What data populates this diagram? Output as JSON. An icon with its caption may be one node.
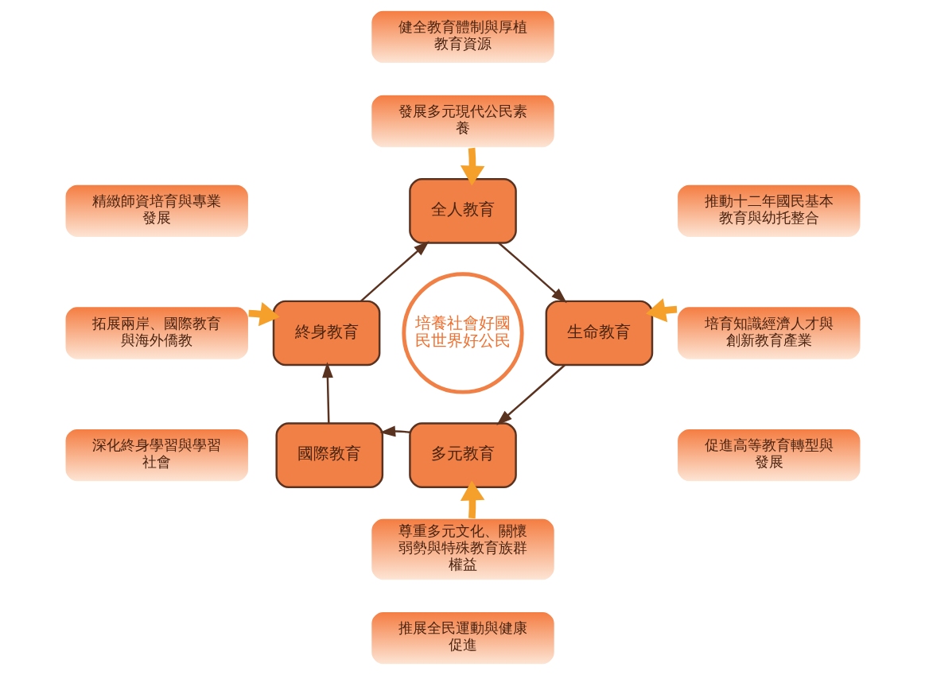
{
  "diagram": {
    "nodes": [
      {
        "text": [
          "健全教育體制與厚植教育資源"
        ]
      },
      {
        "text": [
          "發展多元現代公民素養"
        ]
      },
      {
        "text": [
          "全人教育"
        ]
      },
      {
        "text": [
          "終身教育"
        ]
      },
      {
        "text": [
          "培養社會好國民世界好公民"
        ]
      },
      {
        "text": [
          "生命教育"
        ]
      },
      {
        "text": [
          "國際教育"
        ]
      },
      {
        "text": [
          "多元教育"
        ]
      },
      {
        "text": [
          "精緻師資培育與專業發展"
        ]
      },
      {
        "text": [
          "拓展兩岸、國際教育與海外僑教"
        ]
      },
      {
        "text": [
          "深化終身學習與學習社會"
        ]
      },
      {
        "text": [
          "推動十二年國民基本教育與幼托整合"
        ]
      },
      {
        "text": [
          "培育知識經濟人才與創新教育產業"
        ]
      },
      {
        "text": [
          "促進高等教育轉型與發展"
        ]
      },
      {
        "text": [
          "尊重多元文化、關懷弱勢與特殊教育族群權益"
        ]
      },
      {
        "text": [
          "推展全民運動與健康促進"
        ]
      }
    ],
    "edges": [
      {
        "from": 1,
        "to": 2,
        "arrow": "to",
        "style": "thick",
        "color": "#f5a02a"
      },
      {
        "from": 9,
        "to": 3,
        "arrow": "to",
        "style": "thick",
        "color": "#f5a02a"
      },
      {
        "from": 12,
        "to": 5,
        "arrow": "to",
        "style": "thick",
        "color": "#f5a02a"
      },
      {
        "from": 14,
        "to": 7,
        "arrow": "to",
        "style": "thick",
        "color": "#f5a02a"
      },
      {
        "from": 2,
        "to": 5,
        "arrow": "to"
      },
      {
        "from": 5,
        "to": 7,
        "arrow": "to"
      },
      {
        "from": 7,
        "to": 6,
        "arrow": "to"
      },
      {
        "from": 6,
        "to": 3,
        "arrow": "to"
      },
      {
        "from": 3,
        "to": 2,
        "arrow": "to"
      }
    ]
  }
}
